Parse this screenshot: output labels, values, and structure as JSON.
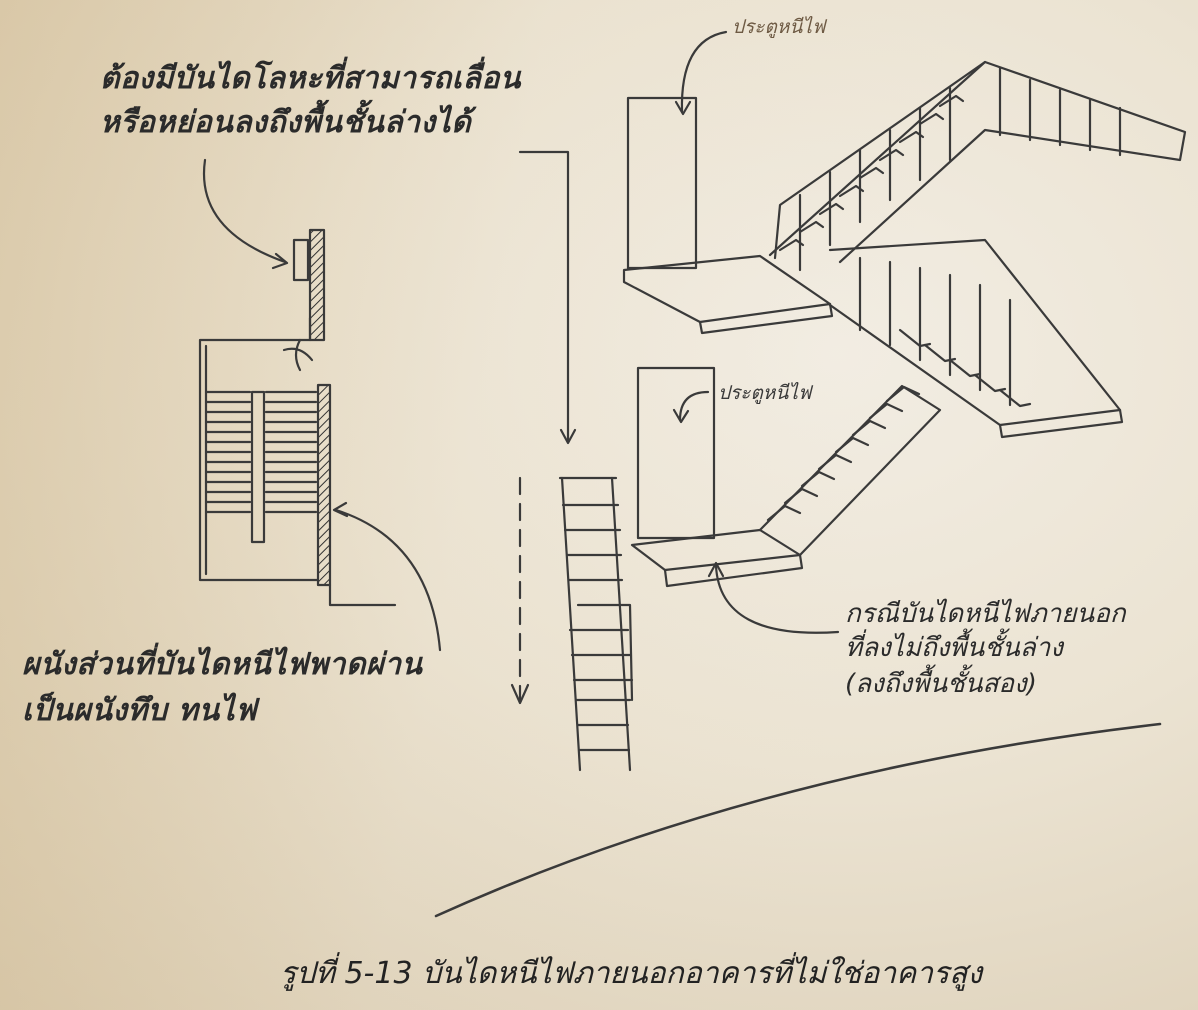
{
  "diagram": {
    "ink_color": "#3a3a3a",
    "door_label_color": "#6e5a44",
    "labels": {
      "retractable_ladder_line1": "ต้องมีบันไดโลหะที่สามารถเลื่อน",
      "retractable_ladder_line2": "หรือหย่อนลงถึงพื้นชั้นล่างได้",
      "fire_door_top": "ประตูหนีไฟ",
      "fire_door_middle": "ประตูหนีไฟ",
      "solid_wall_line1": "ผนังส่วนที่บันไดหนีไฟพาดผ่าน",
      "solid_wall_line2": "เป็นผนังทึบ ทนไฟ",
      "external_stair_line1": "กรณีบันไดหนีไฟภายนอก",
      "external_stair_line2": "ที่ลงไม่ถึงพื้นชั้นล่าง",
      "external_stair_line3": "(ลงถึงพื้นชั้นสอง)"
    },
    "caption": "รูปที่ 5-13 บันไดหนีไฟภายนอกอาคารที่ไม่ใช่อาคารสูง"
  }
}
